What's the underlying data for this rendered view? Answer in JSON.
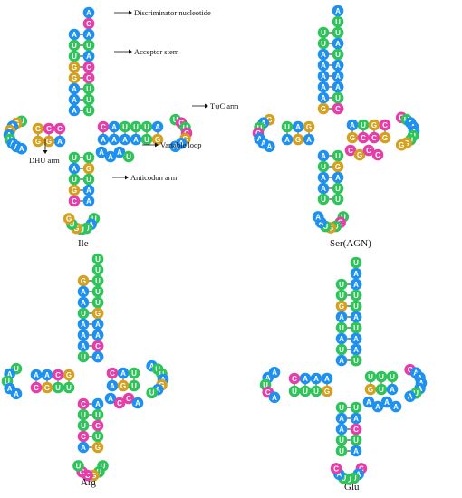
{
  "colors": {
    "A": "#1e90f0",
    "U": "#2ec45a",
    "G": "#d4a020",
    "C": "#e53ea8"
  },
  "annotations": [
    {
      "id": "disc",
      "text": "Discriminator nucleotide"
    },
    {
      "id": "acc",
      "text": "Acceptor stem"
    },
    {
      "id": "tpc",
      "text": "TψC arm"
    },
    {
      "id": "var",
      "text": "Variable loop"
    },
    {
      "id": "dhu",
      "text": "DHU arm"
    },
    {
      "id": "anti",
      "text": "Anticodon arm"
    }
  ],
  "panels": [
    {
      "name": "Ile",
      "acceptor5": [
        "A",
        "U",
        "U",
        "G",
        "G",
        "A",
        "A",
        "A"
      ],
      "acceptor3": [
        "A",
        "C",
        "A",
        "U",
        "A",
        "C",
        "C",
        "U",
        "U",
        "U"
      ],
      "dStem5": [
        "C",
        "C",
        "G"
      ],
      "dStem3": [
        "G",
        "G",
        "A"
      ],
      "dLoop": [
        "U",
        "G",
        "A",
        "G",
        "A",
        "U",
        "A",
        "A",
        "A"
      ],
      "aStem5": [
        "U",
        "A",
        "U",
        "G",
        "C"
      ],
      "aStem3": [
        "A",
        "A",
        "U",
        "G",
        "U"
      ],
      "aLoop": [
        "U",
        "A",
        "U",
        "U",
        "G",
        "U",
        "G"
      ],
      "varLoop": [
        "A",
        "A",
        "A",
        "U"
      ],
      "tStem5": [
        "G",
        "U",
        "A",
        "A",
        "A",
        "A"
      ],
      "tStem3": [
        "C",
        "A",
        "U",
        "U",
        "U",
        "A"
      ],
      "tLoop": [
        "U",
        "C",
        "U",
        "C",
        "G",
        "A",
        "A"
      ]
    },
    {
      "name": "Ser(AGN)",
      "acceptor5": [
        "U",
        "U",
        "A",
        "A",
        "A",
        "A",
        "A",
        "G"
      ],
      "acceptor3": [
        "A",
        "U",
        "U",
        "A",
        "U",
        "A",
        "A",
        "A",
        "U",
        "C"
      ],
      "dStem5": [
        "G",
        "A",
        "U"
      ],
      "dStem3": [
        "A",
        "G",
        "A"
      ],
      "dLoop": [
        "G",
        "A",
        "U",
        "C",
        "A",
        "A",
        "A"
      ],
      "aStem5": [
        "A",
        "U",
        "A",
        "A",
        "U"
      ],
      "aStem3": [
        "U",
        "U",
        "A",
        "G",
        "U"
      ],
      "aLoop": [
        "U",
        "C",
        "U",
        "G",
        "U",
        "A",
        "A"
      ],
      "varLoop": [
        "C",
        "G",
        "C",
        "C"
      ],
      "tStem5": [
        "G",
        "C",
        "C",
        "G"
      ],
      "tStem3": [
        "A",
        "U",
        "G",
        "C"
      ],
      "tLoop": [
        "C",
        "U",
        "A",
        "A",
        "A",
        "U",
        "U",
        "G",
        "G"
      ]
    },
    {
      "name": "Arg",
      "acceptor5": [
        "G",
        "A",
        "A",
        "U",
        "A",
        "A",
        "A",
        "U"
      ],
      "acceptor3": [
        "U",
        "U",
        "U",
        "U",
        "U",
        "G",
        "A",
        "A",
        "C",
        "A"
      ],
      "dStem5": [
        "G",
        "C",
        "A",
        "A"
      ],
      "dStem3": [
        "C",
        "G",
        "U",
        "U"
      ],
      "dLoop": [
        "U",
        "A",
        "U",
        "A",
        "A"
      ],
      "aStem5": [
        "C",
        "U",
        "U",
        "C",
        "A"
      ],
      "aStem3": [
        "G",
        "U",
        "C",
        "U",
        "A"
      ],
      "aLoop": [
        "U",
        "U",
        "G",
        "C",
        "C",
        "U"
      ],
      "varLoop": [
        "A",
        "C",
        "C",
        "A"
      ],
      "tStem5": [
        "U",
        "G",
        "A"
      ],
      "tStem3": [
        "C",
        "A",
        "U"
      ],
      "tLoop": [
        "A",
        "U",
        "U",
        "A",
        "G",
        "A",
        "U"
      ]
    },
    {
      "name": "Glu",
      "acceptor5": [
        "U",
        "U",
        "G",
        "A",
        "U",
        "A",
        "U",
        "A"
      ],
      "acceptor3": [
        "U",
        "A",
        "A",
        "U",
        "U",
        "A",
        "U",
        "A",
        "A",
        "U"
      ],
      "dStem5": [
        "A",
        "A",
        "A",
        "C"
      ],
      "dStem3": [
        "U",
        "U",
        "U",
        "G"
      ],
      "dLoop": [
        "A",
        "A",
        "U",
        "C",
        "A"
      ],
      "aStem5": [
        "U",
        "A",
        "A",
        "U",
        "U"
      ],
      "aStem3": [
        "A",
        "U",
        "C",
        "A",
        "U"
      ],
      "aLoop": [
        "C",
        "A",
        "U",
        "U",
        "U",
        "A",
        "C"
      ],
      "varLoop": [
        "A",
        "A",
        "A",
        "A"
      ],
      "tStem5": [
        "A",
        "U",
        "G"
      ],
      "tStem3": [
        "U",
        "U",
        "U"
      ],
      "tLoop": [
        "C",
        "A",
        "A",
        "A",
        "A",
        "U",
        "A"
      ]
    }
  ]
}
